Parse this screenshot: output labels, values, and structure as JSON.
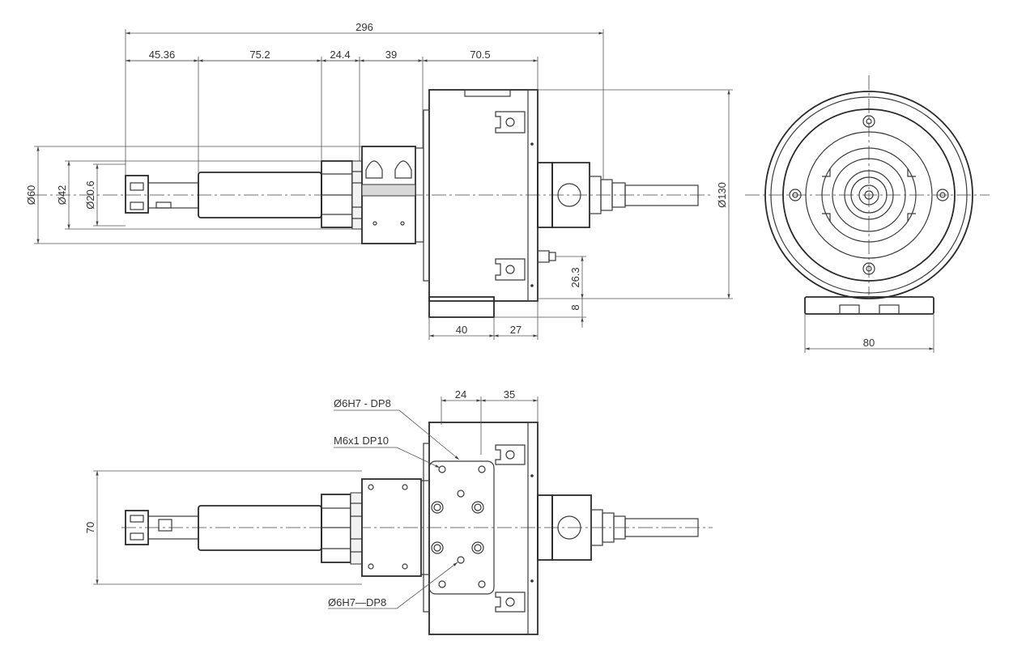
{
  "side_view": {
    "dims": {
      "overall_length": "296",
      "seg1": "45.36",
      "seg2": "75.2",
      "seg3": "24.4",
      "seg4": "39",
      "seg5": "70.5",
      "dia60": "Ø60",
      "dia42": "Ø42",
      "dia20_6": "Ø20.6",
      "dia130": "Ø130",
      "h26_3": "26.3",
      "h8": "8",
      "base40": "40",
      "base27": "27"
    }
  },
  "end_view": {
    "dims": {
      "width80": "80"
    }
  },
  "top_view": {
    "dims": {
      "d24": "24",
      "d35": "35",
      "h70": "70"
    },
    "notes": {
      "hole_top": "Ø6H7 - DP8",
      "thread": "M6x1 DP10",
      "hole_bottom": "Ø6H7—DP8"
    }
  }
}
